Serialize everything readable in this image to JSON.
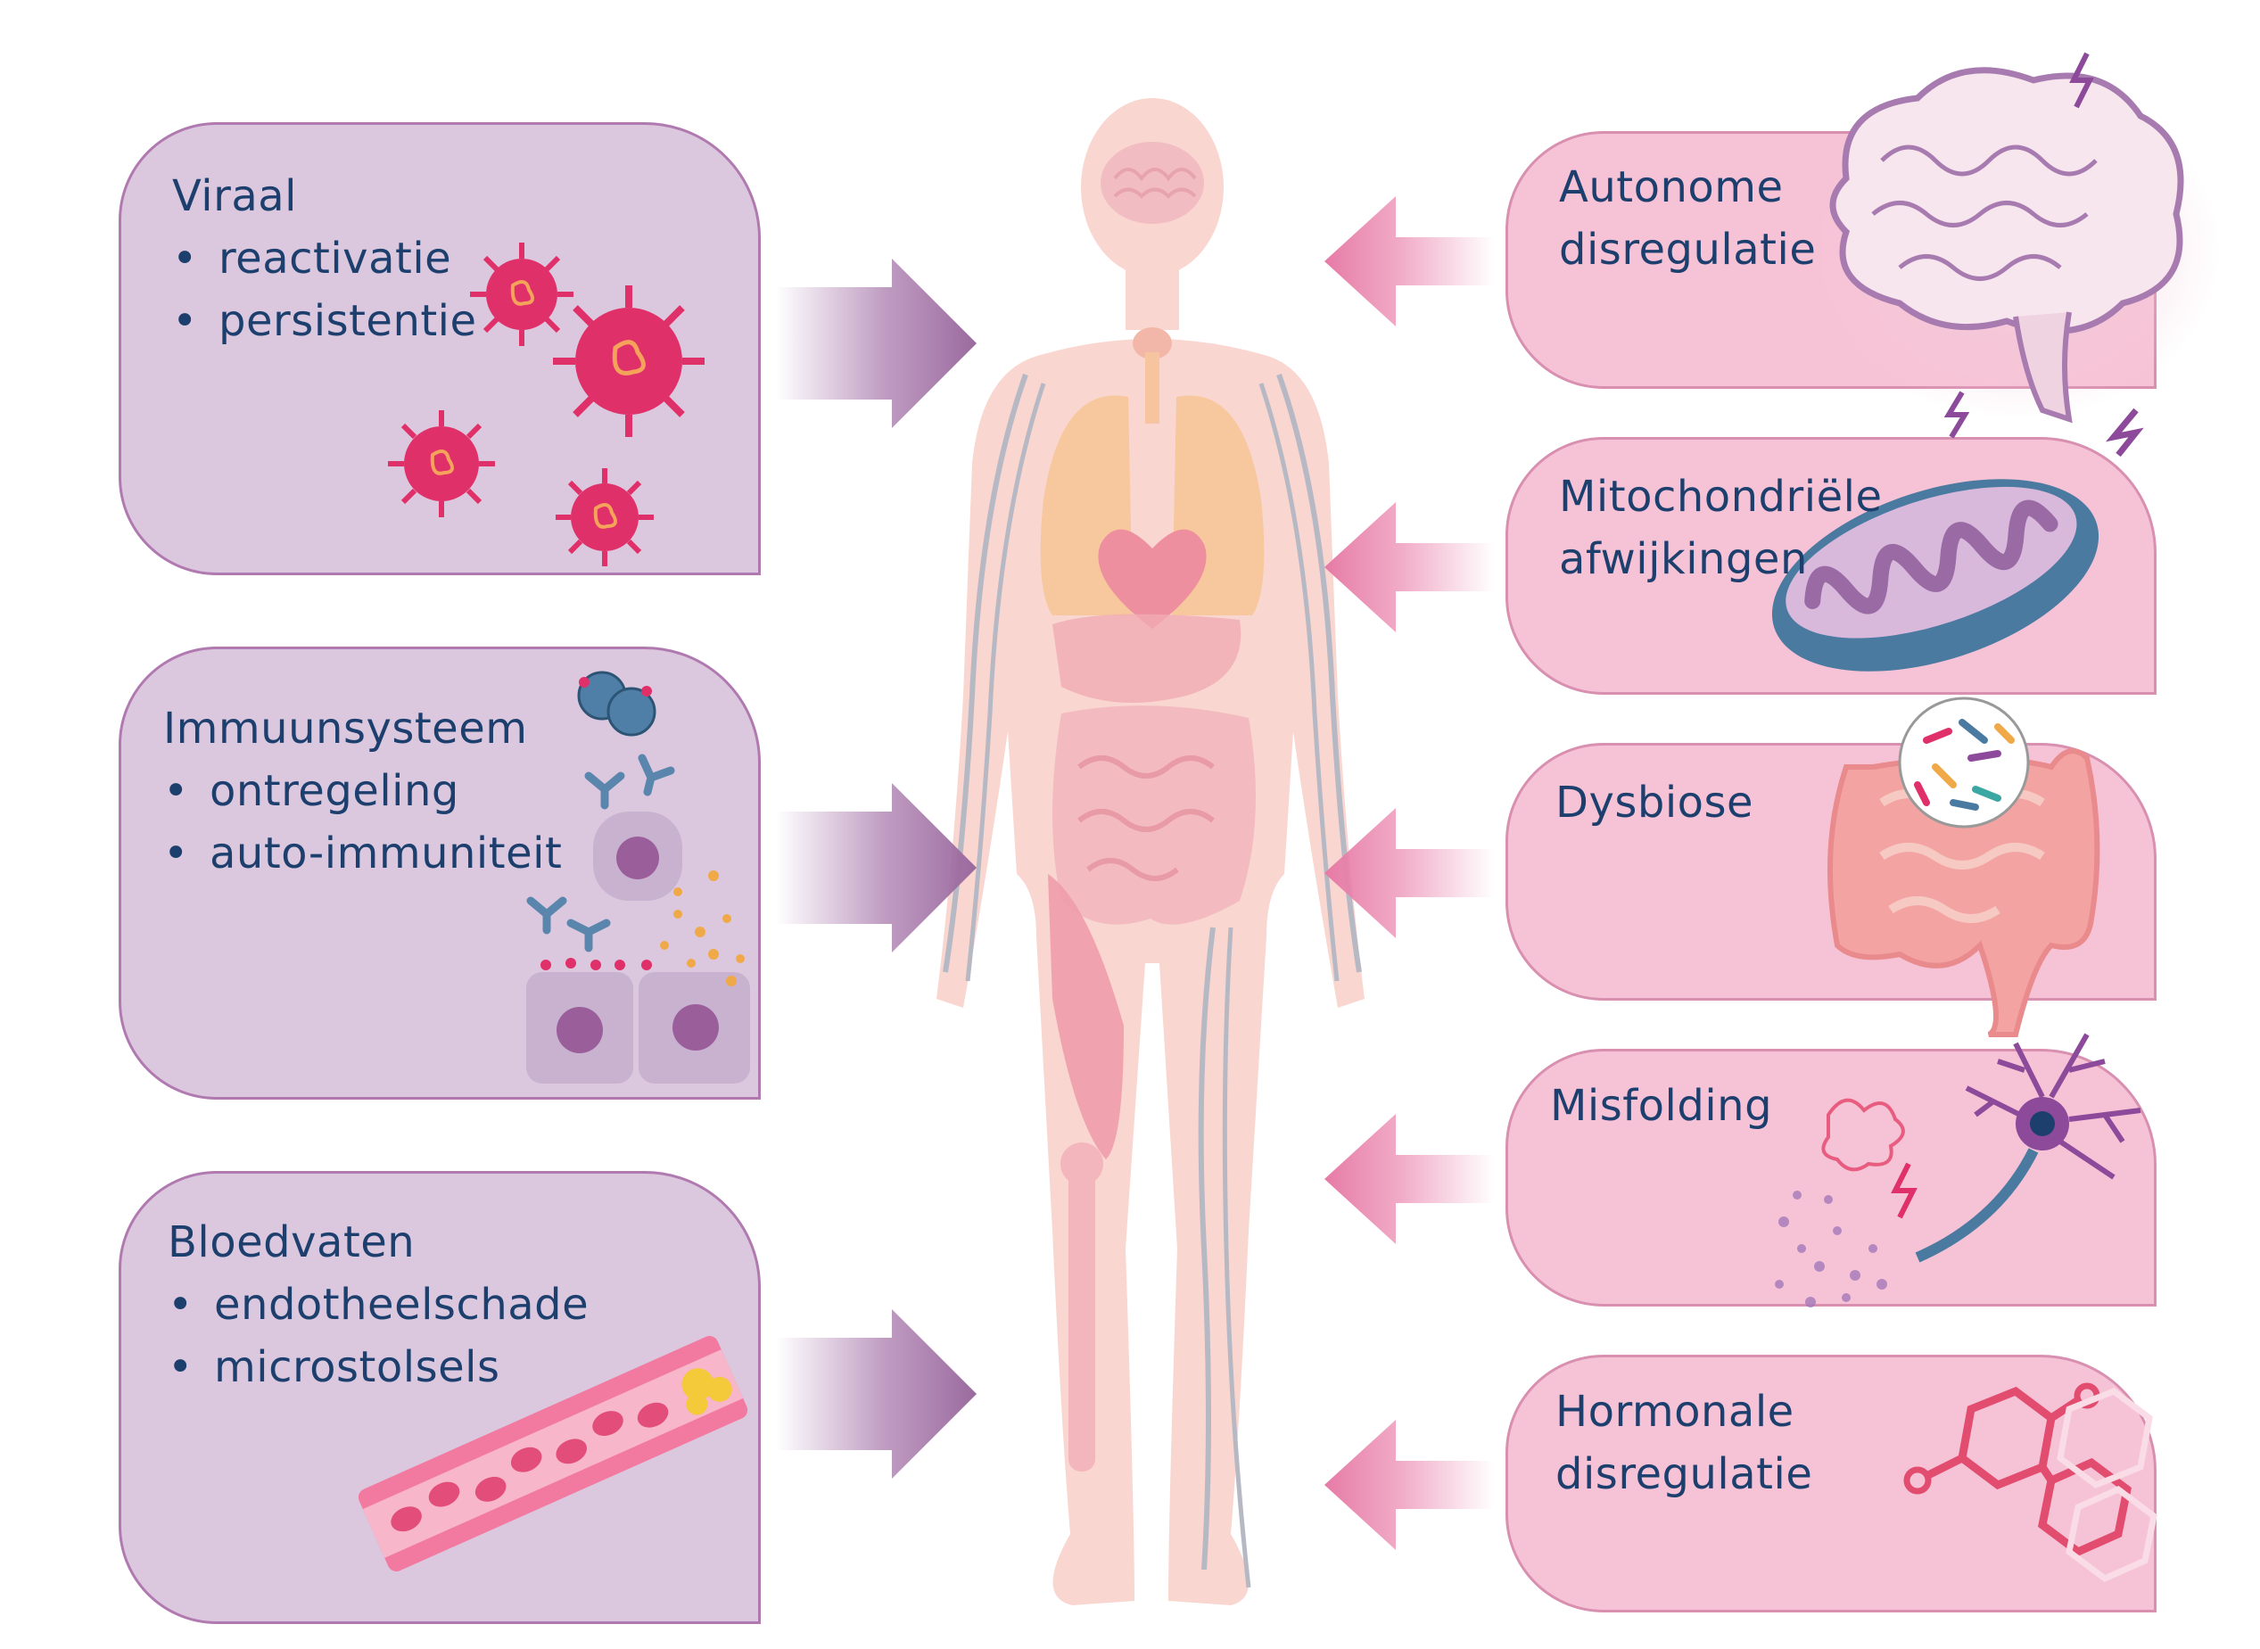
{
  "left_groups": [
    {
      "title": "Viraal",
      "items": [
        "reactivatie",
        "persistentie"
      ]
    },
    {
      "title": "Immuunsysteem",
      "items": [
        "ontregeling",
        "auto-immuniteit"
      ]
    },
    {
      "title": "Bloedvaten",
      "items": [
        "endotheelschade",
        "microstolsels"
      ]
    }
  ],
  "right_groups": [
    {
      "title_lines": [
        "Autonome",
        "disregulatie"
      ]
    },
    {
      "title_lines": [
        "Mitochondriële",
        "afwijkingen"
      ]
    },
    {
      "title_lines": [
        "Dysbiose"
      ]
    },
    {
      "title_lines": [
        "Misfolding"
      ]
    },
    {
      "title_lines": [
        "Hormonale",
        "disregulatie"
      ]
    }
  ],
  "bullet": "•",
  "colors": {
    "left_box": "#dcc8de",
    "right_box": "#f6c3d6",
    "left_arrow": "#a97aac",
    "right_arrow": "#ec8fb4",
    "text": "#1d3f6e",
    "virus": "#e0306a",
    "body": "#f9d6cf"
  }
}
